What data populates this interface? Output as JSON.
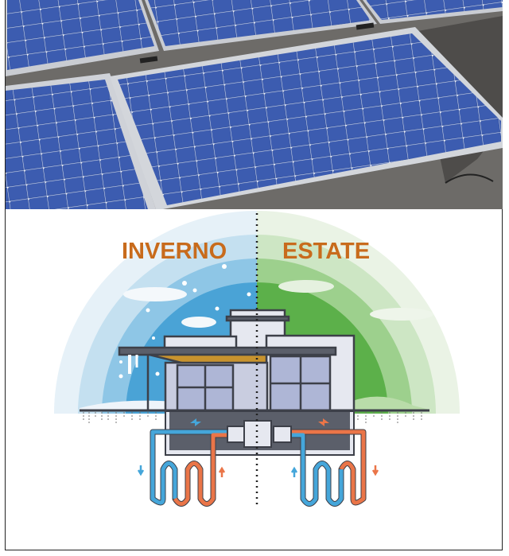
{
  "photo": {
    "subject": "solar-panels"
  },
  "diagram": {
    "left_label": "INVERNO",
    "right_label": "ESTATE"
  },
  "colors": {
    "label": "#c86b1c",
    "winter_blue": "#4aa3d6",
    "summer_green": "#5cb04a",
    "cold_pipe": "#45a6da",
    "hot_pipe": "#ea7548",
    "panel_blue": "#34529e"
  }
}
